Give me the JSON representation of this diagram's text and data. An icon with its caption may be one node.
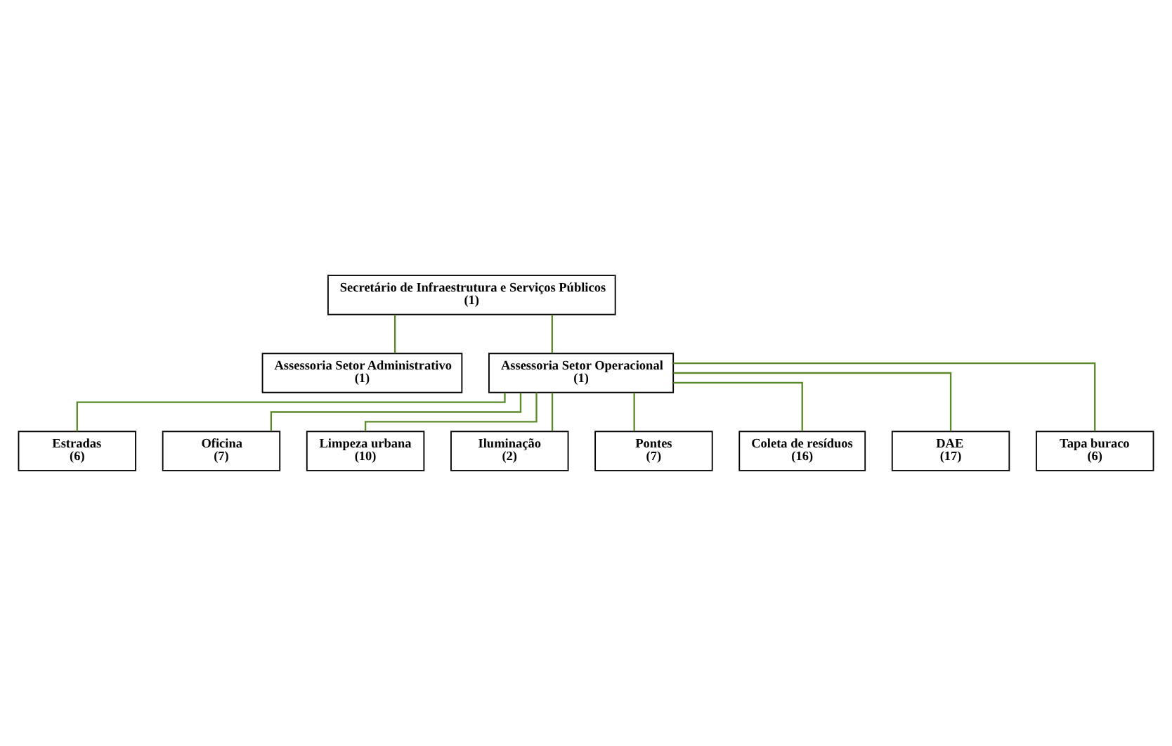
{
  "diagram": {
    "nodes": [
      {
        "text": [
          "Secretário de Infraestrutura e Serviços Públicos",
          "(1)"
        ]
      },
      {
        "text": [
          "Assessoria Setor Administrativo",
          "(1)"
        ]
      },
      {
        "text": [
          "Assessoria Setor Operacional",
          "(1)"
        ]
      },
      {
        "text": [
          "Estradas",
          "(6)"
        ]
      },
      {
        "text": [
          "Oficina",
          "(7)"
        ]
      },
      {
        "text": [
          "Limpeza urbana",
          "(10)"
        ]
      },
      {
        "text": [
          "Iluminação",
          "(2)"
        ]
      },
      {
        "text": [
          "Pontes",
          "(7)"
        ]
      },
      {
        "text": [
          "Coleta de resíduos",
          "(16)"
        ]
      },
      {
        "text": [
          "DAE",
          "(17)"
        ]
      },
      {
        "text": [
          "Tapa buraco",
          "(6)"
        ]
      }
    ],
    "edges": [
      {
        "from": 0,
        "to": 1,
        "arrow": "none",
        "color": "#5a8a2a"
      },
      {
        "from": 0,
        "to": 2,
        "arrow": "none",
        "color": "#5a8a2a"
      },
      {
        "from": 2,
        "to": 3,
        "arrow": "none",
        "color": "#5a8a2a"
      },
      {
        "from": 2,
        "to": 4,
        "arrow": "none",
        "color": "#5a8a2a"
      },
      {
        "from": 2,
        "to": 5,
        "arrow": "none",
        "color": "#5a8a2a"
      },
      {
        "from": 2,
        "to": 6,
        "arrow": "none",
        "color": "#5a8a2a"
      },
      {
        "from": 2,
        "to": 7,
        "arrow": "none",
        "color": "#5a8a2a"
      },
      {
        "from": 2,
        "to": 8,
        "arrow": "none",
        "color": "#5a8a2a"
      },
      {
        "from": 2,
        "to": 9,
        "arrow": "none",
        "color": "#5a8a2a"
      },
      {
        "from": 2,
        "to": 10,
        "arrow": "none",
        "color": "#5a8a2a"
      }
    ]
  }
}
